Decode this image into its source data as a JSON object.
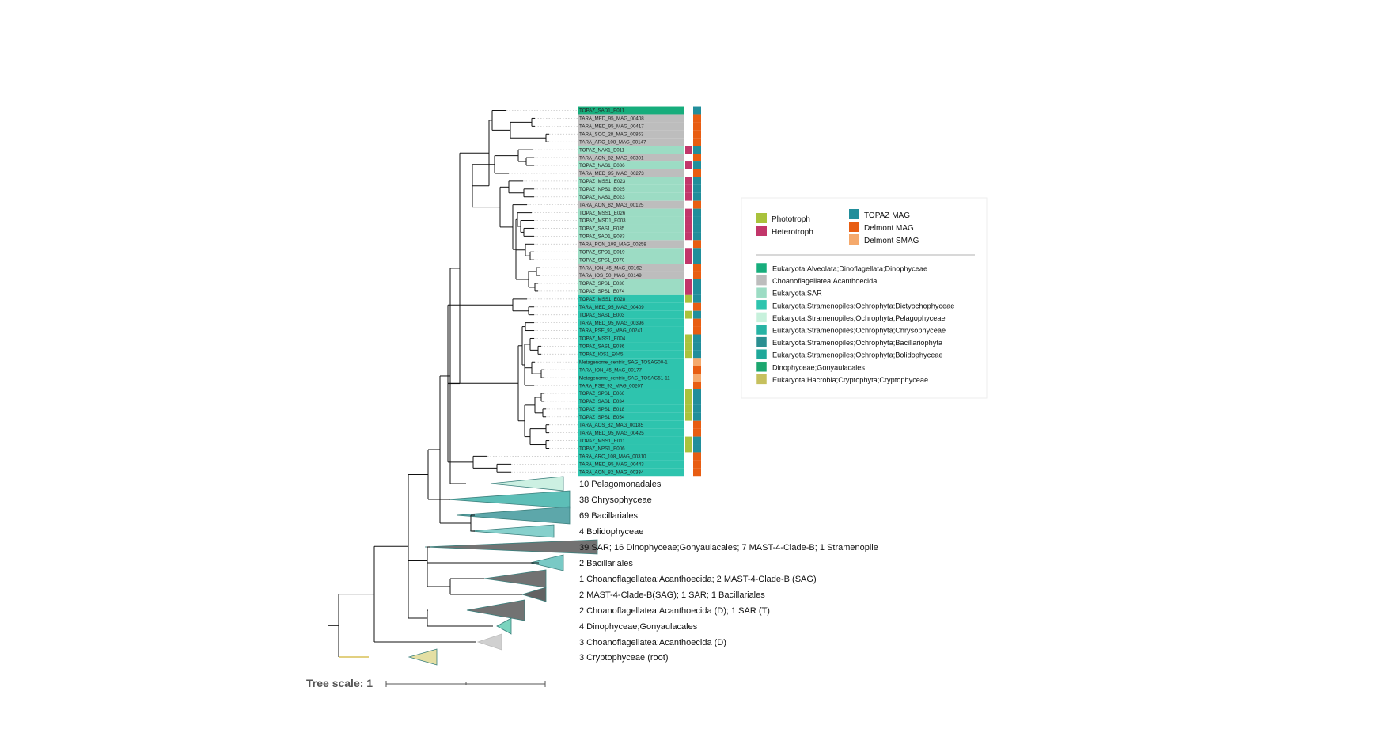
{
  "leaves": [
    {
      "label": "TOPAZ_SAD1_E011",
      "tax": 0,
      "troph": null,
      "src": 0
    },
    {
      "label": "TARA_MED_95_MAG_00408",
      "tax": 1,
      "troph": null,
      "src": 1
    },
    {
      "label": "TARA_MED_95_MAG_00417",
      "tax": 1,
      "troph": null,
      "src": 1
    },
    {
      "label": "TARA_SOC_28_MAG_00853",
      "tax": 1,
      "troph": null,
      "src": 1
    },
    {
      "label": "TARA_ARC_108_MAG_00147",
      "tax": 1,
      "troph": null,
      "src": 1
    },
    {
      "label": "TOPAZ_NAX1_E011",
      "tax": 2,
      "troph": 1,
      "src": 0
    },
    {
      "label": "TARA_AON_82_MAG_00301",
      "tax": 1,
      "troph": null,
      "src": 1
    },
    {
      "label": "TOPAZ_NAS1_E036",
      "tax": 2,
      "troph": 1,
      "src": 0
    },
    {
      "label": "TARA_MED_95_MAG_00273",
      "tax": 1,
      "troph": null,
      "src": 1
    },
    {
      "label": "TOPAZ_MSS1_E023",
      "tax": 2,
      "troph": 1,
      "src": 0
    },
    {
      "label": "TOPAZ_NPS1_E025",
      "tax": 2,
      "troph": 1,
      "src": 0
    },
    {
      "label": "TOPAZ_NAS1_E023",
      "tax": 2,
      "troph": 1,
      "src": 0
    },
    {
      "label": "TARA_AON_82_MAG_00125",
      "tax": 1,
      "troph": null,
      "src": 1
    },
    {
      "label": "TOPAZ_MSS1_E026",
      "tax": 2,
      "troph": 1,
      "src": 0
    },
    {
      "label": "TOPAZ_MSD1_E003",
      "tax": 2,
      "troph": 1,
      "src": 0
    },
    {
      "label": "TOPAZ_SAS1_E035",
      "tax": 2,
      "troph": 1,
      "src": 0
    },
    {
      "label": "TOPAZ_SAD1_E033",
      "tax": 2,
      "troph": 1,
      "src": 0
    },
    {
      "label": "TARA_PON_109_MAG_00258",
      "tax": 1,
      "troph": null,
      "src": 1
    },
    {
      "label": "TOPAZ_SPD1_E019",
      "tax": 2,
      "troph": 1,
      "src": 0
    },
    {
      "label": "TOPAZ_SPS1_E070",
      "tax": 2,
      "troph": 1,
      "src": 0
    },
    {
      "label": "TARA_ION_45_MAG_00162",
      "tax": 1,
      "troph": null,
      "src": 1
    },
    {
      "label": "TARA_IOS_50_MAG_00149",
      "tax": 1,
      "troph": null,
      "src": 1
    },
    {
      "label": "TOPAZ_SPS1_E030",
      "tax": 2,
      "troph": 1,
      "src": 0
    },
    {
      "label": "TOPAZ_SPS1_E074",
      "tax": 2,
      "troph": 1,
      "src": 0
    },
    {
      "label": "TOPAZ_MSS1_E028",
      "tax": 3,
      "troph": 0,
      "src": 0
    },
    {
      "label": "TARA_MED_95_MAG_00409",
      "tax": 3,
      "troph": null,
      "src": 1
    },
    {
      "label": "TOPAZ_SAS1_E003",
      "tax": 3,
      "troph": 0,
      "src": 0
    },
    {
      "label": "TARA_MED_95_MAG_00396",
      "tax": 3,
      "troph": null,
      "src": 1
    },
    {
      "label": "TARA_PSE_93_MAG_00241",
      "tax": 3,
      "troph": null,
      "src": 1
    },
    {
      "label": "TOPAZ_MSS1_E004",
      "tax": 3,
      "troph": 0,
      "src": 0
    },
    {
      "label": "TOPAZ_SAS1_E036",
      "tax": 3,
      "troph": 0,
      "src": 0
    },
    {
      "label": "TOPAZ_IOS1_E045",
      "tax": 3,
      "troph": 0,
      "src": 0
    },
    {
      "label": "Metagenome_centric_SAG_TOSAG00-1",
      "tax": 3,
      "troph": null,
      "src": 2
    },
    {
      "label": "TARA_ION_45_MAG_00177",
      "tax": 3,
      "troph": null,
      "src": 1
    },
    {
      "label": "Metagenome_centric_SAG_TOSAG51-11",
      "tax": 3,
      "troph": null,
      "src": 2
    },
    {
      "label": "TARA_PSE_93_MAG_00207",
      "tax": 3,
      "troph": null,
      "src": 1
    },
    {
      "label": "TOPAZ_SPS1_E066",
      "tax": 3,
      "troph": 0,
      "src": 0
    },
    {
      "label": "TOPAZ_SAS1_E034",
      "tax": 3,
      "troph": 0,
      "src": 0
    },
    {
      "label": "TOPAZ_SPS1_E018",
      "tax": 3,
      "troph": 0,
      "src": 0
    },
    {
      "label": "TOPAZ_SPS1_E054",
      "tax": 3,
      "troph": 0,
      "src": 0
    },
    {
      "label": "TARA_AOS_82_MAG_00185",
      "tax": 3,
      "troph": null,
      "src": 1
    },
    {
      "label": "TARA_MED_95_MAG_00425",
      "tax": 3,
      "troph": null,
      "src": 1
    },
    {
      "label": "TOPAZ_MSS1_E011",
      "tax": 3,
      "troph": 0,
      "src": 0
    },
    {
      "label": "TOPAZ_NPS1_E006",
      "tax": 3,
      "troph": 0,
      "src": 0
    },
    {
      "label": "TARA_ARC_108_MAG_00310",
      "tax": 3,
      "troph": null,
      "src": 1
    },
    {
      "label": "TARA_MED_95_MAG_00443",
      "tax": 3,
      "troph": null,
      "src": 1
    },
    {
      "label": "TARA_AON_82_MAG_00334",
      "tax": 3,
      "troph": null,
      "src": 1
    }
  ],
  "collapsed_clades": [
    {
      "label": "10 Pelagomonadales",
      "color": "#c8efe0"
    },
    {
      "label": "38 Chrysophyceae",
      "color": "#4fb9b1"
    },
    {
      "label": "69 Bacillariales",
      "color": "#4f9fa3"
    },
    {
      "label": "4 Bolidophyceae",
      "color": "#7cccc8"
    },
    {
      "label": "39 SAR; 16 Dinophyceae;Gonyaulacales; 7 MAST-4-Clade-B; 1 Stramenopile",
      "color": "#666666"
    },
    {
      "label": "2 Bacillariales",
      "color": "#6ec4c0"
    },
    {
      "label": "1 Choanoflagellatea;Acanthoecida; 2 MAST-4-Clade-B (SAG)",
      "color": "#666666"
    },
    {
      "label": "2 MAST-4-Clade-B(SAG); 1 SAR; 1 Bacillariales",
      "color": "#555555"
    },
    {
      "label": "2 Choanoflagellatea;Acanthoecida (D); 1 SAR (T)",
      "color": "#666666"
    },
    {
      "label": "4 Dinophyceae;Gonyaulacales",
      "color": "#6fd0b8"
    },
    {
      "label": "3 Choanoflagellatea;Acanthoecida (D)",
      "color": "#cccccc"
    },
    {
      "label": "3 Cryptophyceae (root)",
      "color": "#e2dc9c"
    }
  ],
  "legend": {
    "trophic": [
      {
        "label": "Phototroph",
        "color": "#a9c23c"
      },
      {
        "label": "Heterotroph",
        "color": "#c2366a"
      }
    ],
    "source": [
      {
        "label": "TOPAZ MAG",
        "color": "#218e9b"
      },
      {
        "label": "Delmont MAG",
        "color": "#e85d12"
      },
      {
        "label": "Delmont SMAG",
        "color": "#f5a96c"
      }
    ],
    "taxonomy": [
      {
        "label": "Eukaryota;Alveolata;Dinoflagellata;Dinophyceae",
        "color": "#17ad7c"
      },
      {
        "label": "Choanoflagellatea;Acanthoecida",
        "color": "#bdbdbd"
      },
      {
        "label": "Eukaryota;SAR",
        "color": "#9cdcc4"
      },
      {
        "label": "Eukaryota;Stramenopiles;Ochrophyta;Dictyochophyceae",
        "color": "#2ec4ae"
      },
      {
        "label": "Eukaryota;Stramenopiles;Ochrophyta;Pelagophyceae",
        "color": "#c7f1dc"
      },
      {
        "label": "Eukaryota;Stramenopiles;Ochrophyta;Chrysophyceae",
        "color": "#27b3a4"
      },
      {
        "label": "Eukaryota;Stramenopiles;Ochrophyta;Bacillariophyta",
        "color": "#2b8f91"
      },
      {
        "label": "Eukaryota;Stramenopiles;Ochrophyta;Bolidophyceae",
        "color": "#1fa89a"
      },
      {
        "label": "Dinophyceae;Gonyaulacales",
        "color": "#1ba66e"
      },
      {
        "label": "Eukaryota;Hacrobia;Cryptophyta;Cryptophyceae",
        "color": "#c6c05e"
      }
    ]
  },
  "scale": {
    "label": "Tree scale: 1"
  },
  "colors": {
    "branch": "#111111",
    "guide": "#c9c9c9",
    "root_branch": "#c6a000",
    "legend_border": "#eeeeee",
    "legend_divider": "#999999"
  }
}
